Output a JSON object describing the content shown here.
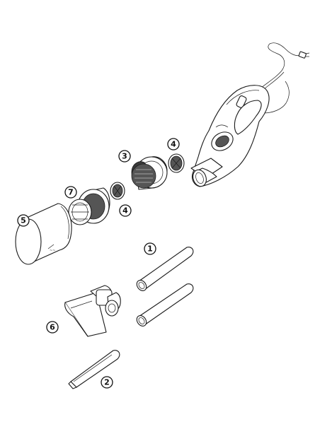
{
  "callouts": [
    {
      "id": "5",
      "label": "5",
      "part": "dust-container"
    },
    {
      "id": "7",
      "label": "7",
      "part": "filter-holder"
    },
    {
      "id": "4a",
      "label": "4",
      "part": "sponge-filter-front"
    },
    {
      "id": "3",
      "label": "3",
      "part": "pleated-hepa-filter"
    },
    {
      "id": "4b",
      "label": "4",
      "part": "sponge-filter-rear"
    },
    {
      "id": "1",
      "label": "1",
      "part": "extension-tubes"
    },
    {
      "id": "6",
      "label": "6",
      "part": "floor-brush"
    },
    {
      "id": "2",
      "label": "2",
      "part": "crevice-tool"
    }
  ]
}
